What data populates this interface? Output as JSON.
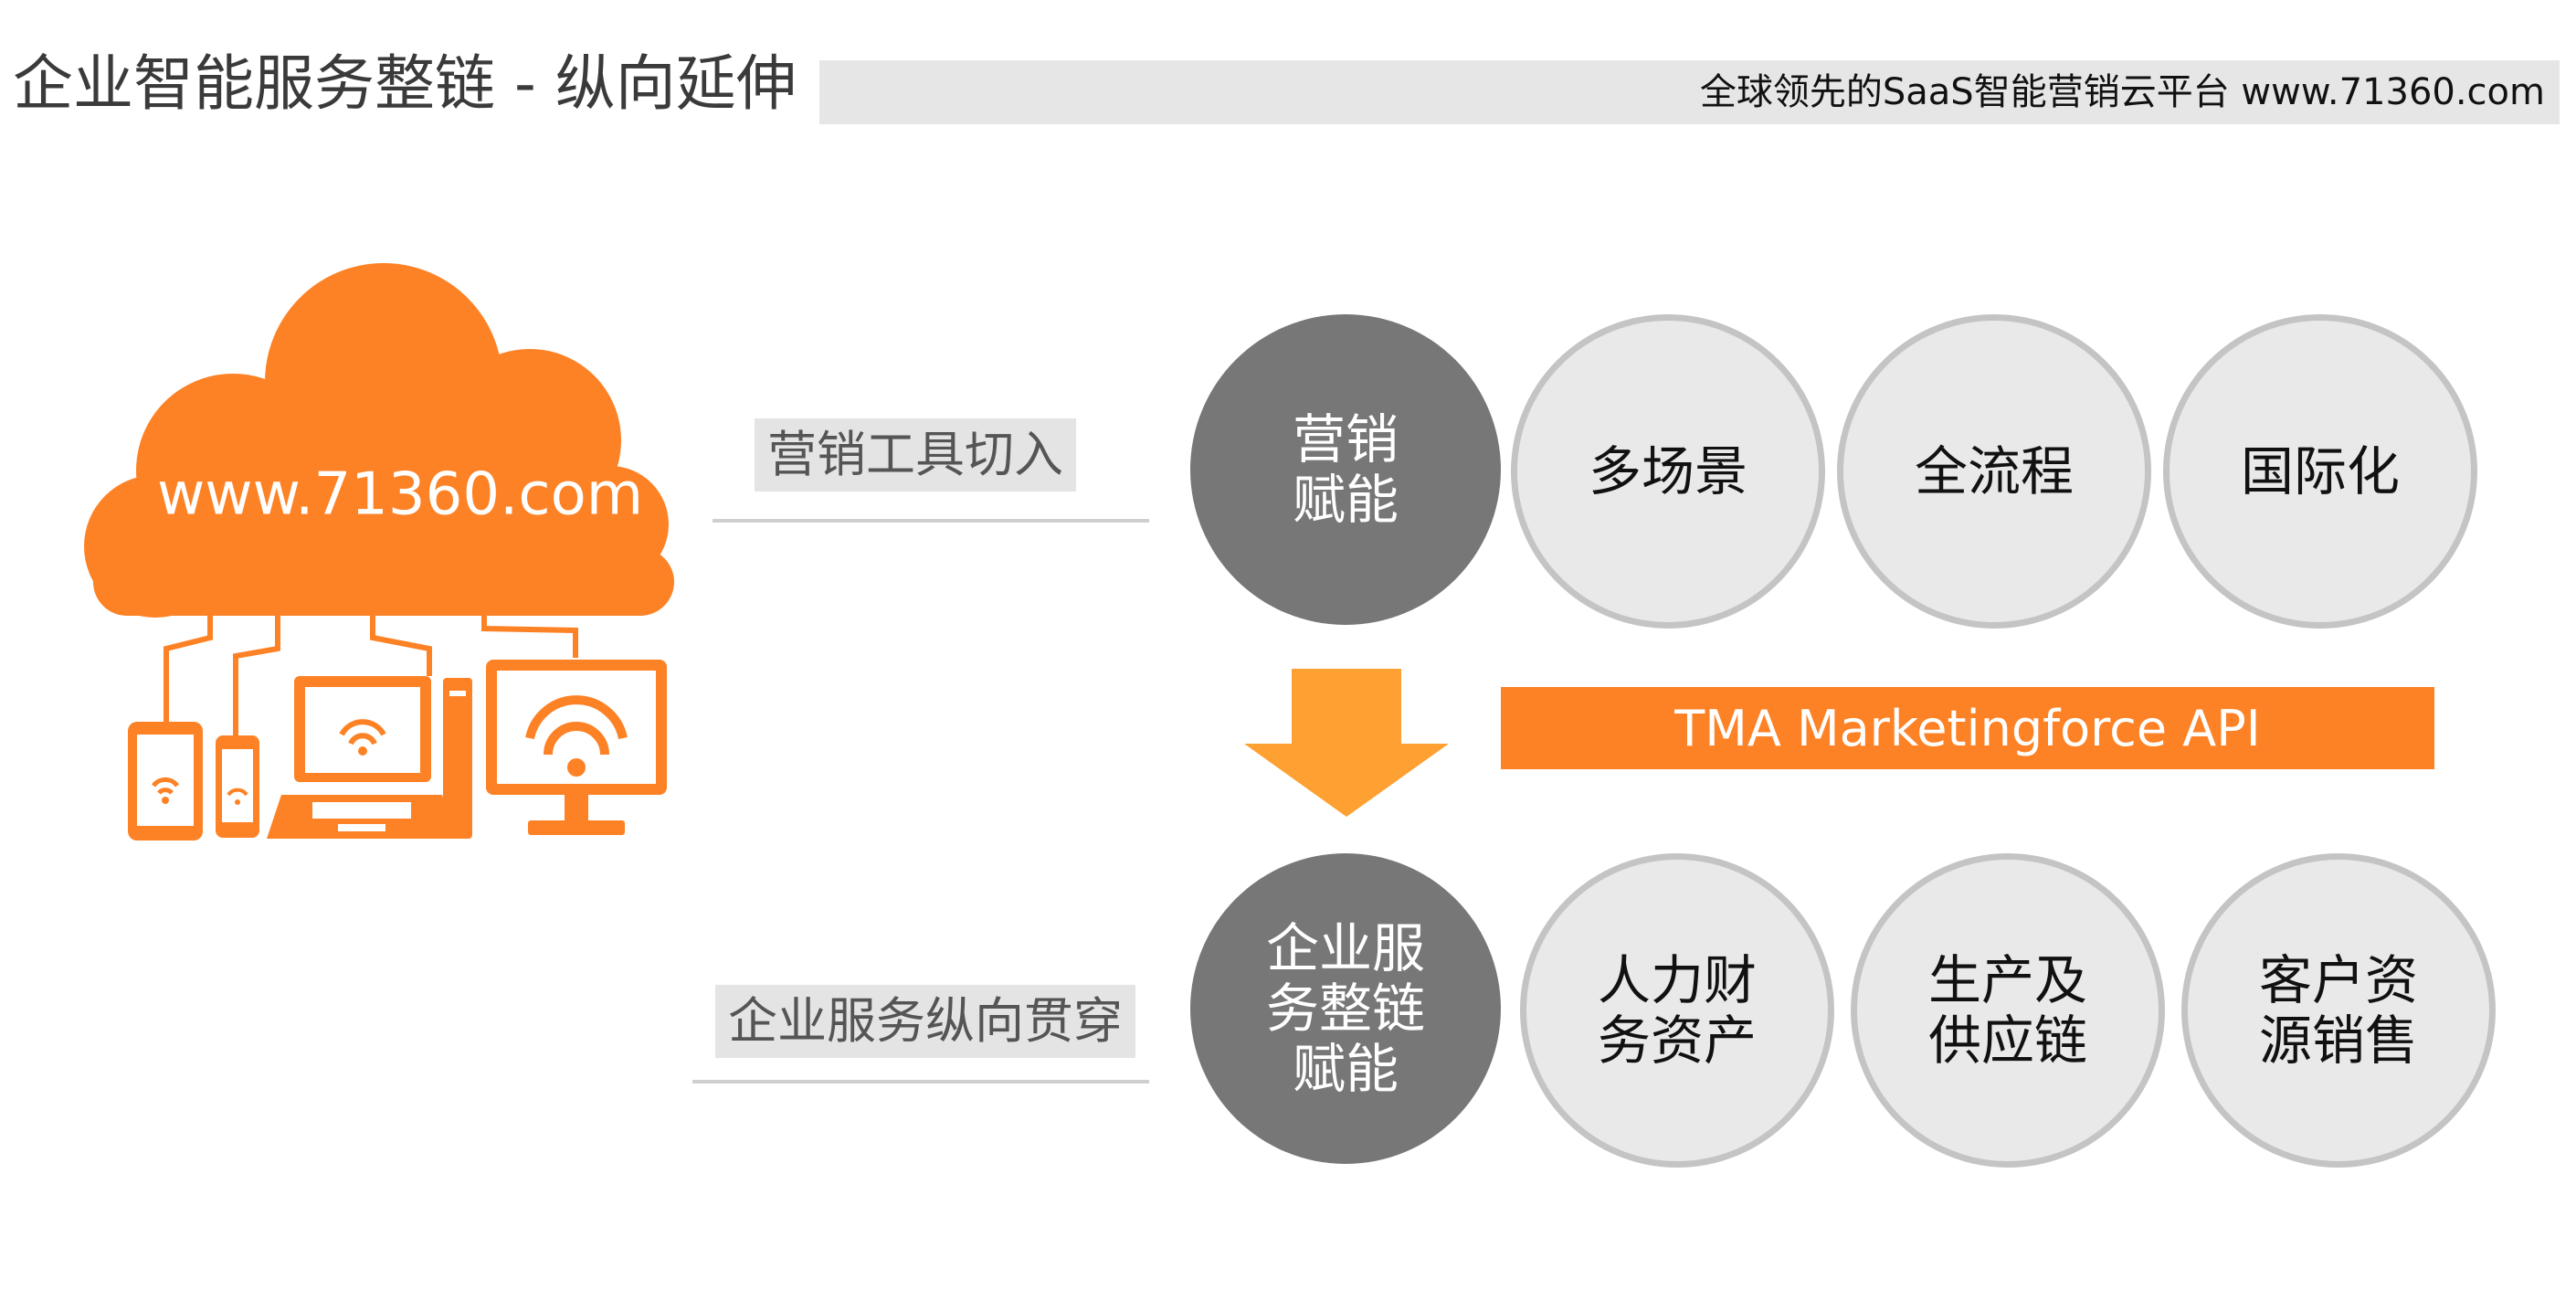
{
  "header": {
    "title": "企业智能服务整链 - 纵向延伸",
    "tagline": "全球领先的SaaS智能营销云平台   www.71360.com"
  },
  "cloud": {
    "url": "www.71360.com",
    "color": "#fd8226"
  },
  "labels": {
    "top": "营销工具切入",
    "bottom": "企业服务纵向贯穿"
  },
  "top_row": {
    "main": "营销\n赋能",
    "items": [
      "多场景",
      "全流程",
      "国际化"
    ]
  },
  "api_bar": {
    "label": "TMA Marketingforce API"
  },
  "bottom_row": {
    "main": "企业服\n务整链\n赋能",
    "items": [
      "人力财\n务资产",
      "生产及\n供应链",
      "客户资\n源销售"
    ]
  },
  "colors": {
    "accent": "#fd8226",
    "arrow": "#fea032",
    "dark_circle": "#777777",
    "light_circle": "#e9e9e9",
    "circle_border": "#c4c4c4"
  }
}
